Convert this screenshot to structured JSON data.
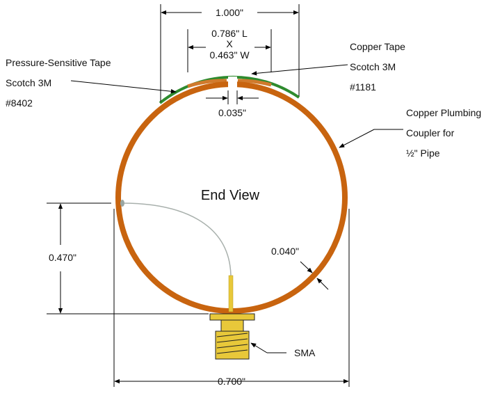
{
  "colors": {
    "copper": "#C8640F",
    "copper_tape": "#D07A2C",
    "pressure_tape": "#2E8B2E",
    "sma": "#E8C83A",
    "wire": "#A8B0AC",
    "line": "#000000",
    "background": "#FFFFFF"
  },
  "title": "End View",
  "dimensions": {
    "top_width": "1.000\"",
    "tape_length": "0.786\" L",
    "tape_x": "X",
    "tape_width": "0.463\" W",
    "gap": "0.035\"",
    "height": "0.470\"",
    "wall": "0.040\"",
    "diameter": "0.700\""
  },
  "labels": {
    "pressure_tape": [
      "Pressure-Sensitive Tape",
      "Scotch 3M",
      "#8402"
    ],
    "copper_tape": [
      "Copper Tape",
      "Scotch 3M",
      "#1181"
    ],
    "coupler": [
      "Copper Plumbing",
      "Coupler for",
      "½\" Pipe"
    ],
    "connector": "SMA"
  }
}
